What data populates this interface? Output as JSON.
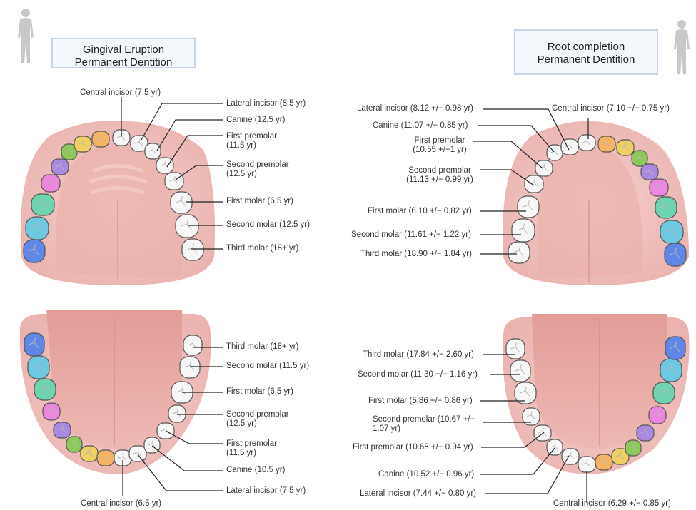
{
  "panels": {
    "eruption": {
      "title_line1": "Gingival Eruption",
      "title_line2": "Permanent Dentition",
      "upper": {
        "central_incisor": "Central incisor (7.5 yr)",
        "lateral_incisor": "Lateral incisor (8.5 yr)",
        "canine": "Canine (12.5 yr)",
        "first_premolar": "First premolar (11.5 yr)",
        "second_premolar": "Second premolar (12.5 yr)",
        "first_molar": "First molar (6.5 yr)",
        "second_molar": "Second molar (12.5 yr)",
        "third_molar": "Third molar (18+ yr)"
      },
      "lower": {
        "third_molar": "Third molar (18+ yr)",
        "second_molar": "Second molar (11.5 yr)",
        "first_molar": "First molar (6.5 yr)",
        "second_premolar": "Second premolar (12.5 yr)",
        "first_premolar": "First premolar (11.5 yr)",
        "canine": "Canine (10.5 yr)",
        "lateral_incisor": "Lateral incisor (7.5 yr)",
        "central_incisor": "Central incisor (6.5 yr)"
      }
    },
    "root": {
      "title_line1": "Root completion",
      "title_line2": "Permanent Dentition",
      "upper": {
        "central_incisor": "Central incisor (7.10 +/− 0.75 yr)",
        "lateral_incisor": "Lateral incisor (8.12 +/− 0.98 yr)",
        "canine": "Canine (11.07 +/− 0.85 yr)",
        "first_premolar": "First premolar (10.55 +/−1 yr)",
        "second_premolar": "Second premolar (11.13 +/− 0.99 yr)",
        "first_molar": "First molar (6.10 +/− 0.82 yr)",
        "second_molar": "Second molar (11.61 +/− 1.22 yr)",
        "third_molar": "Third molar (18.90 +/− 1.84 yr)"
      },
      "lower": {
        "third_molar": "Third molar (17.84 +/− 2.60 yr)",
        "second_molar": "Second molar (11.30 +/− 1.16 yr)",
        "first_molar": "First molar (5.86 +/− 0.86 yr)",
        "second_premolar": "Second premolar (10.67 +/− 1.07 yr)",
        "first_premolar": "First premolar (10.68 +/− 0.94 yr)",
        "canine": "Canine (10.52 +/− 0.96 yr)",
        "lateral_incisor": "Lateral incisor (7.44 +/− 0.80 yr)",
        "central_incisor": "Central incisor (6.29 +/− 0.85  yr)"
      }
    }
  },
  "colors": {
    "gum": "#f2c6c3",
    "gum_dark": "#e7aaa7",
    "palate": "#edb9b4",
    "tongue": "#e9a9a4",
    "tooth_white": "#f7f7f7",
    "tooth_outline": "#555555",
    "leader": "#222222",
    "title_border": "#c3d3ea",
    "human_icon": "#c8c8c8",
    "canine": "#f4b463",
    "first_premolar": "#f0cf63",
    "second_premolar": "#8dc95a",
    "first_molar": "#a98ae0",
    "second_molar": "#ec86de",
    "third_molar_a": "#6fd3b0",
    "third_molar_b": "#6cc9e1",
    "third_molar_c": "#5e87e8"
  },
  "icons": [
    "human-figure-icon",
    "human-figure-icon"
  ]
}
